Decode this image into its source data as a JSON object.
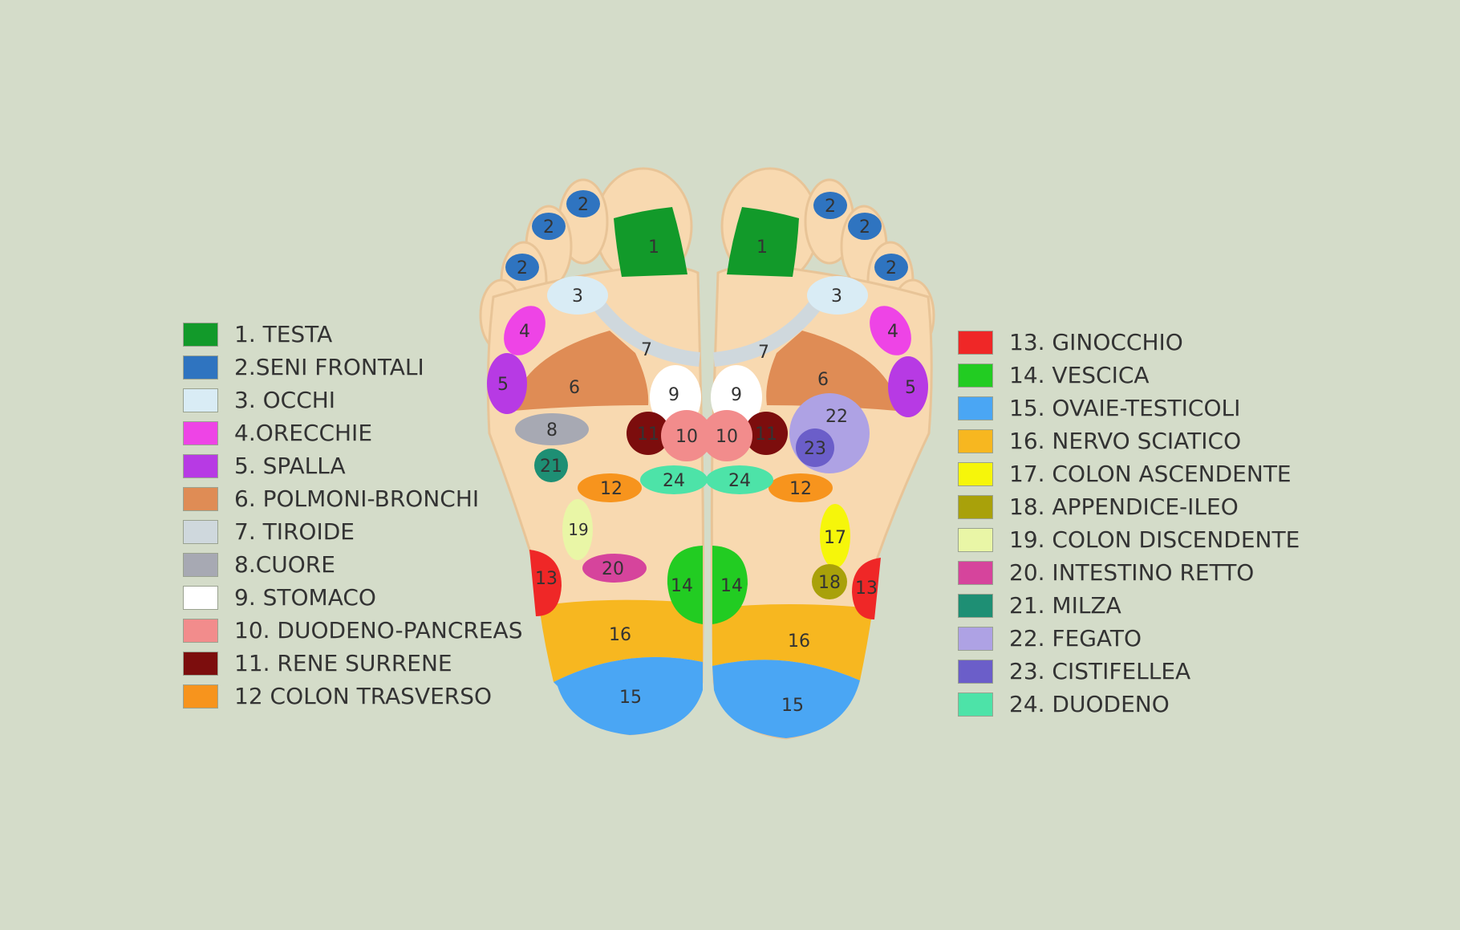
{
  "colors": {
    "background": "#d4dcc9",
    "skin": "#f8d9b0",
    "skin_outline": "#e8c497"
  },
  "legend_left": [
    {
      "label": "1. TESTA",
      "color": "#129a2a"
    },
    {
      "label": "2.SENI FRONTALI",
      "color": "#2f74c0"
    },
    {
      "label": "3. OCCHI",
      "color": "#d9ecf5"
    },
    {
      "label": "4.ORECCHIE",
      "color": "#ee44e6"
    },
    {
      "label": "5. SPALLA",
      "color": "#b73ae4"
    },
    {
      "label": "6. POLMONI-BRONCHI",
      "color": "#df8c55"
    },
    {
      "label": "7. TIROIDE",
      "color": "#cfd8dd"
    },
    {
      "label": "8.CUORE",
      "color": "#a7a9b3"
    },
    {
      "label": "9. STOMACO",
      "color": "#ffffff"
    },
    {
      "label": "10. DUODENO-PANCREAS",
      "color": "#f28c8c"
    },
    {
      "label": "11. RENE SURRENE",
      "color": "#7c0d0d"
    },
    {
      "label": "12 COLON TRASVERSO",
      "color": "#f7941d"
    }
  ],
  "legend_right": [
    {
      "label": "13. GINOCCHIO",
      "color": "#ef2727"
    },
    {
      "label": "14. VESCICA",
      "color": "#22cc22"
    },
    {
      "label": "15. OVAIE-TESTICOLI",
      "color": "#4aa6f4"
    },
    {
      "label": "16. NERVO SCIATICO",
      "color": "#f7b720"
    },
    {
      "label": "17. COLON ASCENDENTE",
      "color": "#f6f60a"
    },
    {
      "label": "18.  APPENDICE-ILEO",
      "color": "#a9a10a"
    },
    {
      "label": "19. COLON DISCENDENTE",
      "color": "#e9f6a6"
    },
    {
      "label": "20. INTESTINO RETTO",
      "color": "#d6449c"
    },
    {
      "label": "21. MILZA",
      "color": "#1e8f74"
    },
    {
      "label": "22. FEGATO",
      "color": "#aea2e4"
    },
    {
      "label": "23. CISTIFELLEA",
      "color": "#6b5ec9"
    },
    {
      "label": "24. DUODENO",
      "color": "#4de3a8"
    }
  ],
  "zone_numbers": {
    "z1": "1",
    "z2": "2",
    "z3": "3",
    "z4": "4",
    "z5": "5",
    "z6": "6",
    "z7": "7",
    "z8": "8",
    "z9": "9",
    "z10": "10",
    "z11": "11",
    "z12": "12",
    "z13": "13",
    "z14": "14",
    "z15": "15",
    "z16": "16",
    "z17": "17",
    "z18": "18",
    "z19": "19",
    "z20": "20",
    "z21": "21",
    "z22": "22",
    "z23": "23",
    "z24": "24"
  }
}
